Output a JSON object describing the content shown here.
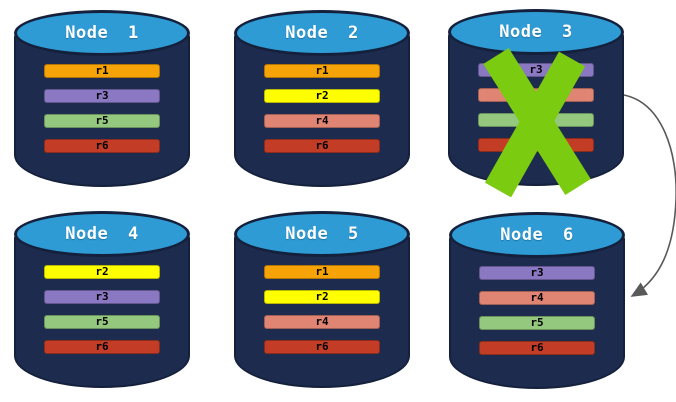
{
  "diagram": {
    "nodes": [
      {
        "label": "Node 1",
        "failed": false,
        "replicas": [
          {
            "label": "r1",
            "color": "#F6A308"
          },
          {
            "label": "r3",
            "color": "#8A78C2"
          },
          {
            "label": "r5",
            "color": "#93C87E"
          },
          {
            "label": "r6",
            "color": "#C33D26"
          }
        ]
      },
      {
        "label": "Node 2",
        "failed": false,
        "replicas": [
          {
            "label": "r1",
            "color": "#F6A308"
          },
          {
            "label": "r2",
            "color": "#FFFF00"
          },
          {
            "label": "r4",
            "color": "#E08573"
          },
          {
            "label": "r6",
            "color": "#C33D26"
          }
        ]
      },
      {
        "label": "Node 3",
        "failed": true,
        "replicas": [
          {
            "label": "r3",
            "color": "#8A78C2"
          },
          {
            "label": "",
            "color": "#E08573"
          },
          {
            "label": "",
            "color": "#93C87E"
          },
          {
            "label": "",
            "color": "#C33D26"
          }
        ]
      },
      {
        "label": "Node 4",
        "failed": false,
        "replicas": [
          {
            "label": "r2",
            "color": "#FFFF00"
          },
          {
            "label": "r3",
            "color": "#8A78C2"
          },
          {
            "label": "r5",
            "color": "#93C87E"
          },
          {
            "label": "r6",
            "color": "#C33D26"
          }
        ]
      },
      {
        "label": "Node 5",
        "failed": false,
        "replicas": [
          {
            "label": "r1",
            "color": "#F6A308"
          },
          {
            "label": "r2",
            "color": "#FFFF00"
          },
          {
            "label": "r4",
            "color": "#E08573"
          },
          {
            "label": "r6",
            "color": "#C33D26"
          }
        ]
      },
      {
        "label": "Node 6",
        "failed": false,
        "replicas": [
          {
            "label": "r3",
            "color": "#8A78C2"
          },
          {
            "label": "r4",
            "color": "#E08573"
          },
          {
            "label": "r5",
            "color": "#93C87E"
          },
          {
            "label": "r6",
            "color": "#C33D26"
          }
        ]
      }
    ],
    "failure_mark": {
      "on_node": "Node 3",
      "color": "#7BCB10"
    },
    "arrow": {
      "from_node": "Node 3",
      "to_node": "Node 6",
      "color": "#595959"
    }
  },
  "colors": {
    "background": "#FFFFFF",
    "cylinder_body": "#1C2B4E",
    "cylinder_outline": "#15213C",
    "cylinder_top": "#2E9BD5",
    "node_label_text": "#FFFFFF",
    "replica_label_text": "#000000"
  }
}
